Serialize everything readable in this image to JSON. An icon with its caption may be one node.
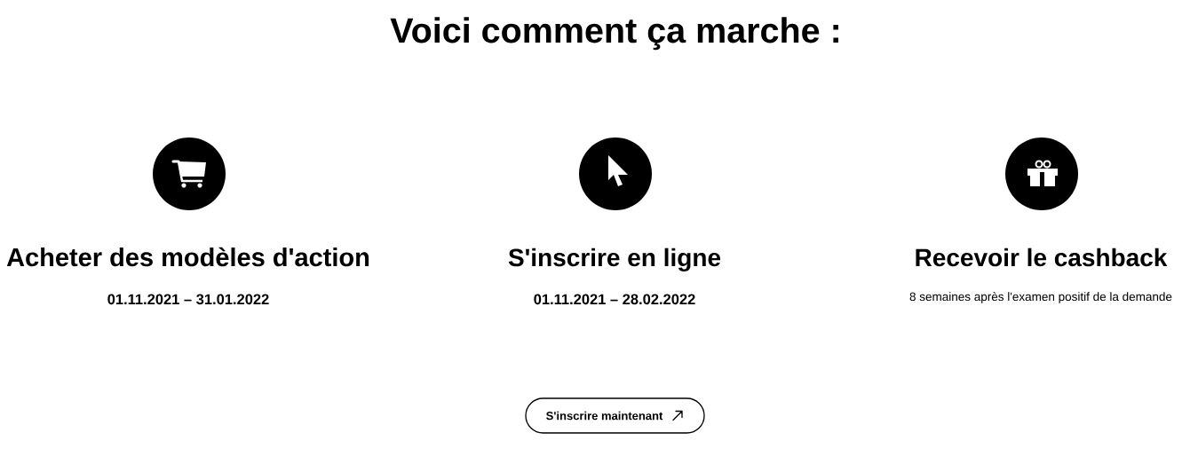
{
  "diagram": {
    "title": "Voici comment ça marche :",
    "nodes": [
      {
        "text": [
          "S'inscrire maintenant"
        ]
      }
    ],
    "labels": [
      "Acheter des modèles d'action",
      "01.11.2021 – 31.01.2022",
      "S'inscrire en ligne",
      "01.11.2021 – 28.02.2022",
      "Recevoir le cashback",
      "8 semaines après l'examen positif de la demande"
    ]
  }
}
